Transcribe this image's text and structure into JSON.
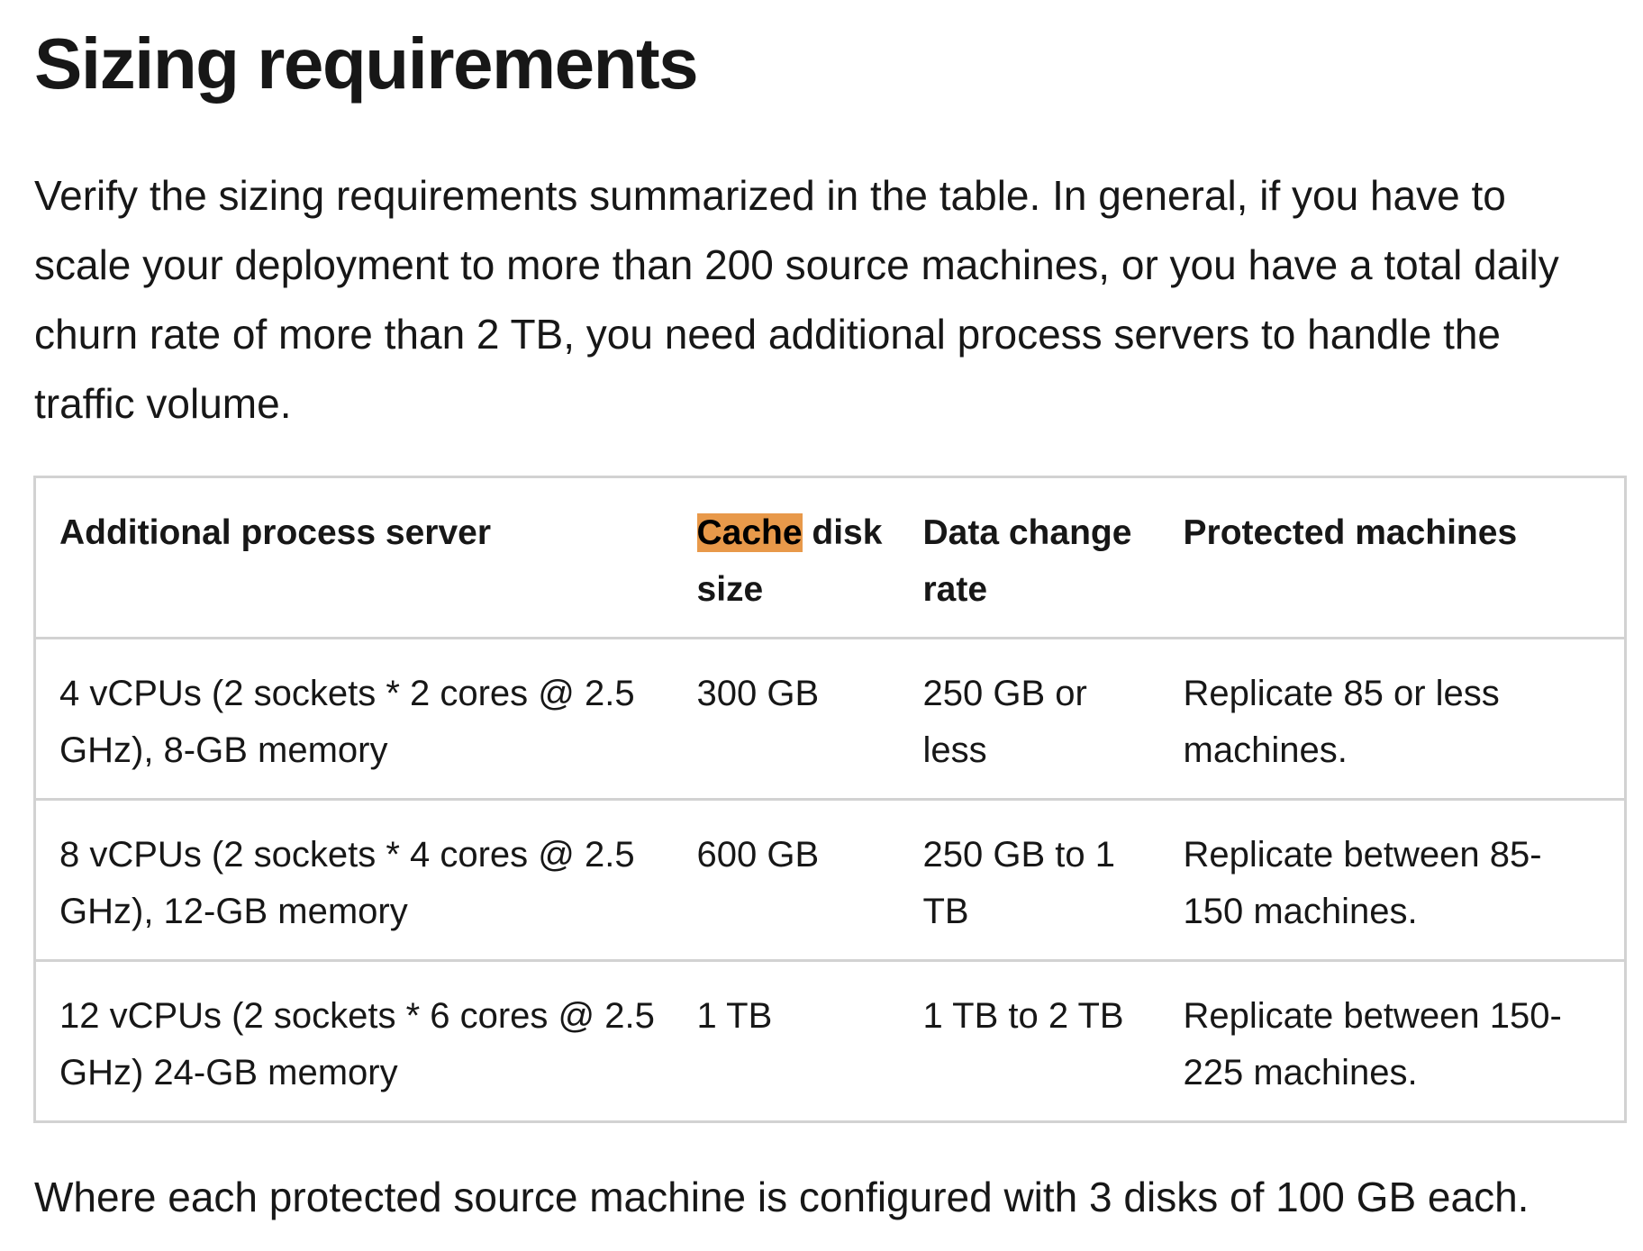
{
  "page": {
    "title": "Sizing requirements",
    "intro_lines": [
      "Verify the sizing requirements summarized in the table. In general, if you have to",
      "scale your deployment to more than 200 source machines, or you have a total daily",
      "churn rate of more than 2 TB, you need additional process servers to handle the",
      "traffic volume."
    ],
    "footnote": "Where each protected source machine is configured with 3 disks of 100 GB each."
  },
  "table": {
    "headers": {
      "col1": [
        "Additional process server"
      ],
      "col2": {
        "highlighted": "Cache",
        "line1_rest": " disk",
        "line2": "size"
      },
      "col3": [
        "Data change",
        "rate"
      ],
      "col4": [
        "Protected machines"
      ]
    },
    "rows": [
      {
        "server": [
          "4 vCPUs (2 sockets * 2 cores @ 2.5",
          "GHz), 8-GB memory"
        ],
        "cache_disk": [
          "300 GB"
        ],
        "data_change": [
          "250 GB or",
          "less"
        ],
        "protected": [
          "Replicate 85 or less",
          "machines."
        ]
      },
      {
        "server": [
          "8 vCPUs (2 sockets * 4 cores @ 2.5",
          "GHz), 12-GB memory"
        ],
        "cache_disk": [
          "600 GB"
        ],
        "data_change": [
          "250 GB to 1",
          "TB"
        ],
        "protected": [
          "Replicate between 85-",
          "150 machines."
        ]
      },
      {
        "server": [
          "12 vCPUs (2 sockets * 6 cores @ 2.5",
          "GHz) 24-GB memory"
        ],
        "cache_disk": [
          "1 TB"
        ],
        "data_change": [
          "1 TB to 2 TB"
        ],
        "protected": [
          "Replicate between 150-",
          "225 machines."
        ]
      }
    ]
  },
  "colors": {
    "text": "#171717",
    "table_border": "#d2d2d2",
    "find_highlight": "#e8994a"
  }
}
